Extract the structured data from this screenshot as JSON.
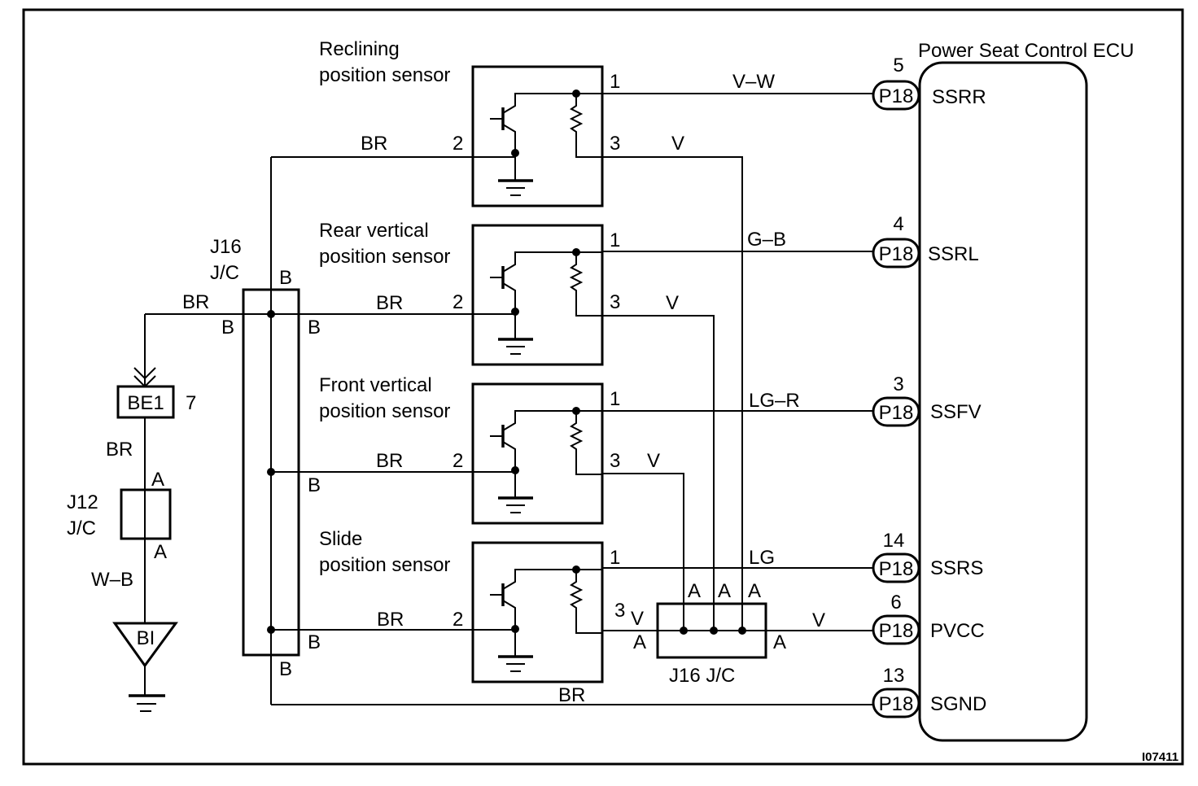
{
  "diagram": {
    "figure_id": "I07411",
    "ecu": {
      "title": "Power Seat Control ECU",
      "pins": [
        {
          "pin": "5",
          "connector": "P18",
          "signal": "SSRR",
          "wire": "V–W"
        },
        {
          "pin": "4",
          "connector": "P18",
          "signal": "SSRL",
          "wire": "G–B"
        },
        {
          "pin": "3",
          "connector": "P18",
          "signal": "SSFV",
          "wire": "LG–R"
        },
        {
          "pin": "14",
          "connector": "P18",
          "signal": "SSRS",
          "wire": "LG"
        },
        {
          "pin": "6",
          "connector": "P18",
          "signal": "PVCC",
          "wire": "V"
        },
        {
          "pin": "13",
          "connector": "P18",
          "signal": "SGND",
          "wire": "BR"
        }
      ]
    },
    "sensors": [
      {
        "name_line1": "Reclining",
        "name_line2": "position sensor",
        "pin1": "1",
        "pin2": "2",
        "pin3": "3",
        "wire_pin1": "V–W",
        "wire_pin2": "BR",
        "wire_pin3": "V"
      },
      {
        "name_line1": "Rear vertical",
        "name_line2": "position sensor",
        "pin1": "1",
        "pin2": "2",
        "pin3": "3",
        "wire_pin1": "G–B",
        "wire_pin2": "BR",
        "wire_pin3": "V"
      },
      {
        "name_line1": "Front vertical",
        "name_line2": "position sensor",
        "pin1": "1",
        "pin2": "2",
        "pin3": "3",
        "wire_pin1": "LG–R",
        "wire_pin2": "BR",
        "wire_pin3": "V"
      },
      {
        "name_line1": "Slide",
        "name_line2": "position sensor",
        "pin1": "1",
        "pin2": "2",
        "pin3": "3",
        "wire_pin1": "LG",
        "wire_pin2": "BR",
        "wire_pin3": "V"
      }
    ],
    "j16_left": {
      "line1": "J16",
      "line2": "J/C",
      "pin_label": "B"
    },
    "j16_bottom": {
      "label": "J16 J/C",
      "pin_label": "A"
    },
    "j12": {
      "line1": "J12",
      "line2": "J/C",
      "pin_label": "A"
    },
    "be1": {
      "label": "BE1",
      "pin": "7"
    },
    "ground": {
      "label": "BI"
    },
    "wires": {
      "br": "BR",
      "wb": "W–B",
      "v": "V"
    }
  }
}
